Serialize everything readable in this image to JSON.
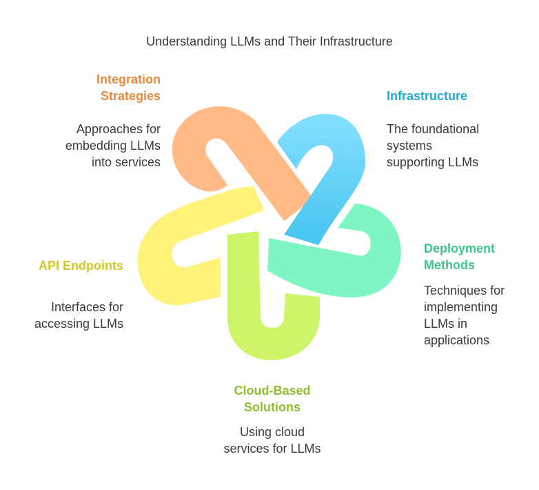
{
  "title": "Understanding LLMs and Their Infrastructure",
  "nodes": {
    "integration": {
      "heading": "Integration\nStrategies",
      "description": "Approaches for\nembedding LLMs\ninto services",
      "color": "#E8893A",
      "fill": "#FFBA85"
    },
    "infrastructure": {
      "heading": "Infrastructure",
      "description": "The foundational\nsystems\nsupporting LLMs",
      "color": "#23A9D1",
      "fill": "#5ECFF5"
    },
    "deployment": {
      "heading": "Deployment\nMethods",
      "description": "Techniques for\nimplementing\nLLMs in\napplications",
      "color": "#3FC48C",
      "fill": "#7EF5C2"
    },
    "api": {
      "heading": "API Endpoints",
      "description": "Interfaces for\naccessing LLMs",
      "color": "#D4C62A",
      "fill": "#FFF27A"
    },
    "cloud": {
      "heading": "Cloud-Based\nSolutions",
      "description": "Using cloud\nservices for LLMs",
      "color": "#8CBF2E",
      "fill": "#CDF56A"
    }
  }
}
